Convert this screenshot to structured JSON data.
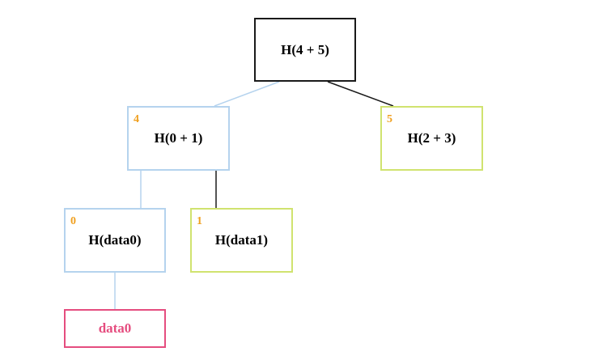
{
  "colors": {
    "black": "#1a1a1a",
    "blue": "#b5d3ee",
    "green": "#d0e36f",
    "pink": "#e54d7f",
    "index": "#f0a020"
  },
  "nodes": {
    "root": {
      "label": "H(4 + 5)"
    },
    "n4": {
      "index": "4",
      "label": "H(0 + 1)"
    },
    "n5": {
      "index": "5",
      "label": "H(2 + 3)"
    },
    "n0": {
      "index": "0",
      "label": "H(data0)"
    },
    "n1": {
      "index": "1",
      "label": "H(data1)"
    },
    "data": {
      "label": "data0"
    }
  }
}
